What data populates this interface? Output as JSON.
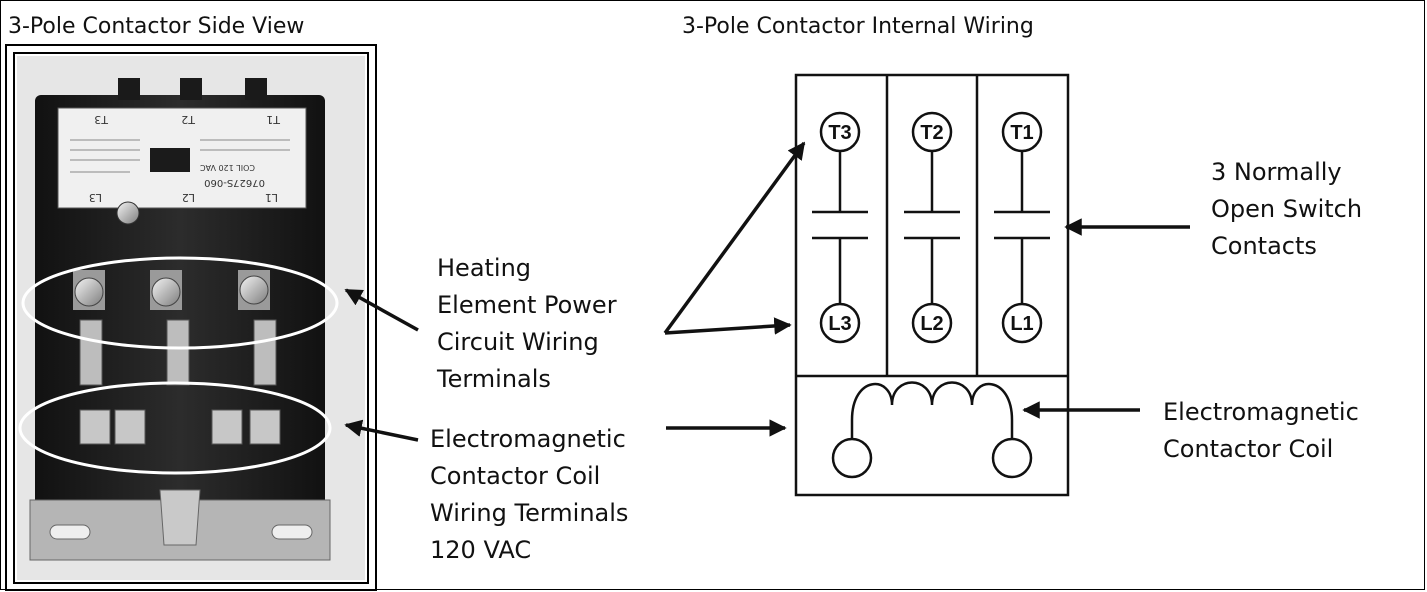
{
  "left_title": "3-Pole Contactor Side View",
  "right_title": "3-Pole Contactor Internal Wiring",
  "photo": {
    "top_labels": [
      "T3",
      "T2",
      "T1"
    ],
    "bottom_labels": [
      "L3",
      "L2",
      "L1"
    ],
    "part_number": "07627S-060",
    "coil_voltage": "COIL 120 VAC"
  },
  "labels": {
    "heating": [
      "Heating",
      "Element Power",
      "Circuit Wiring",
      "Terminals"
    ],
    "coil_terminals": [
      "Electromagnetic",
      "Contactor Coil",
      "Wiring Terminals",
      "120 VAC"
    ],
    "switch_contacts": [
      "3 Normally",
      "Open Switch",
      "Contacts"
    ],
    "coil": [
      "Electromagnetic",
      "Contactor Coil"
    ]
  },
  "schematic": {
    "top_terminals": [
      "T3",
      "T2",
      "T1"
    ],
    "bottom_terminals": [
      "L3",
      "L2",
      "L1"
    ]
  },
  "colors": {
    "line": "#111111",
    "photo_bg": "#e4e4e4",
    "body": "#1a1a1a"
  }
}
